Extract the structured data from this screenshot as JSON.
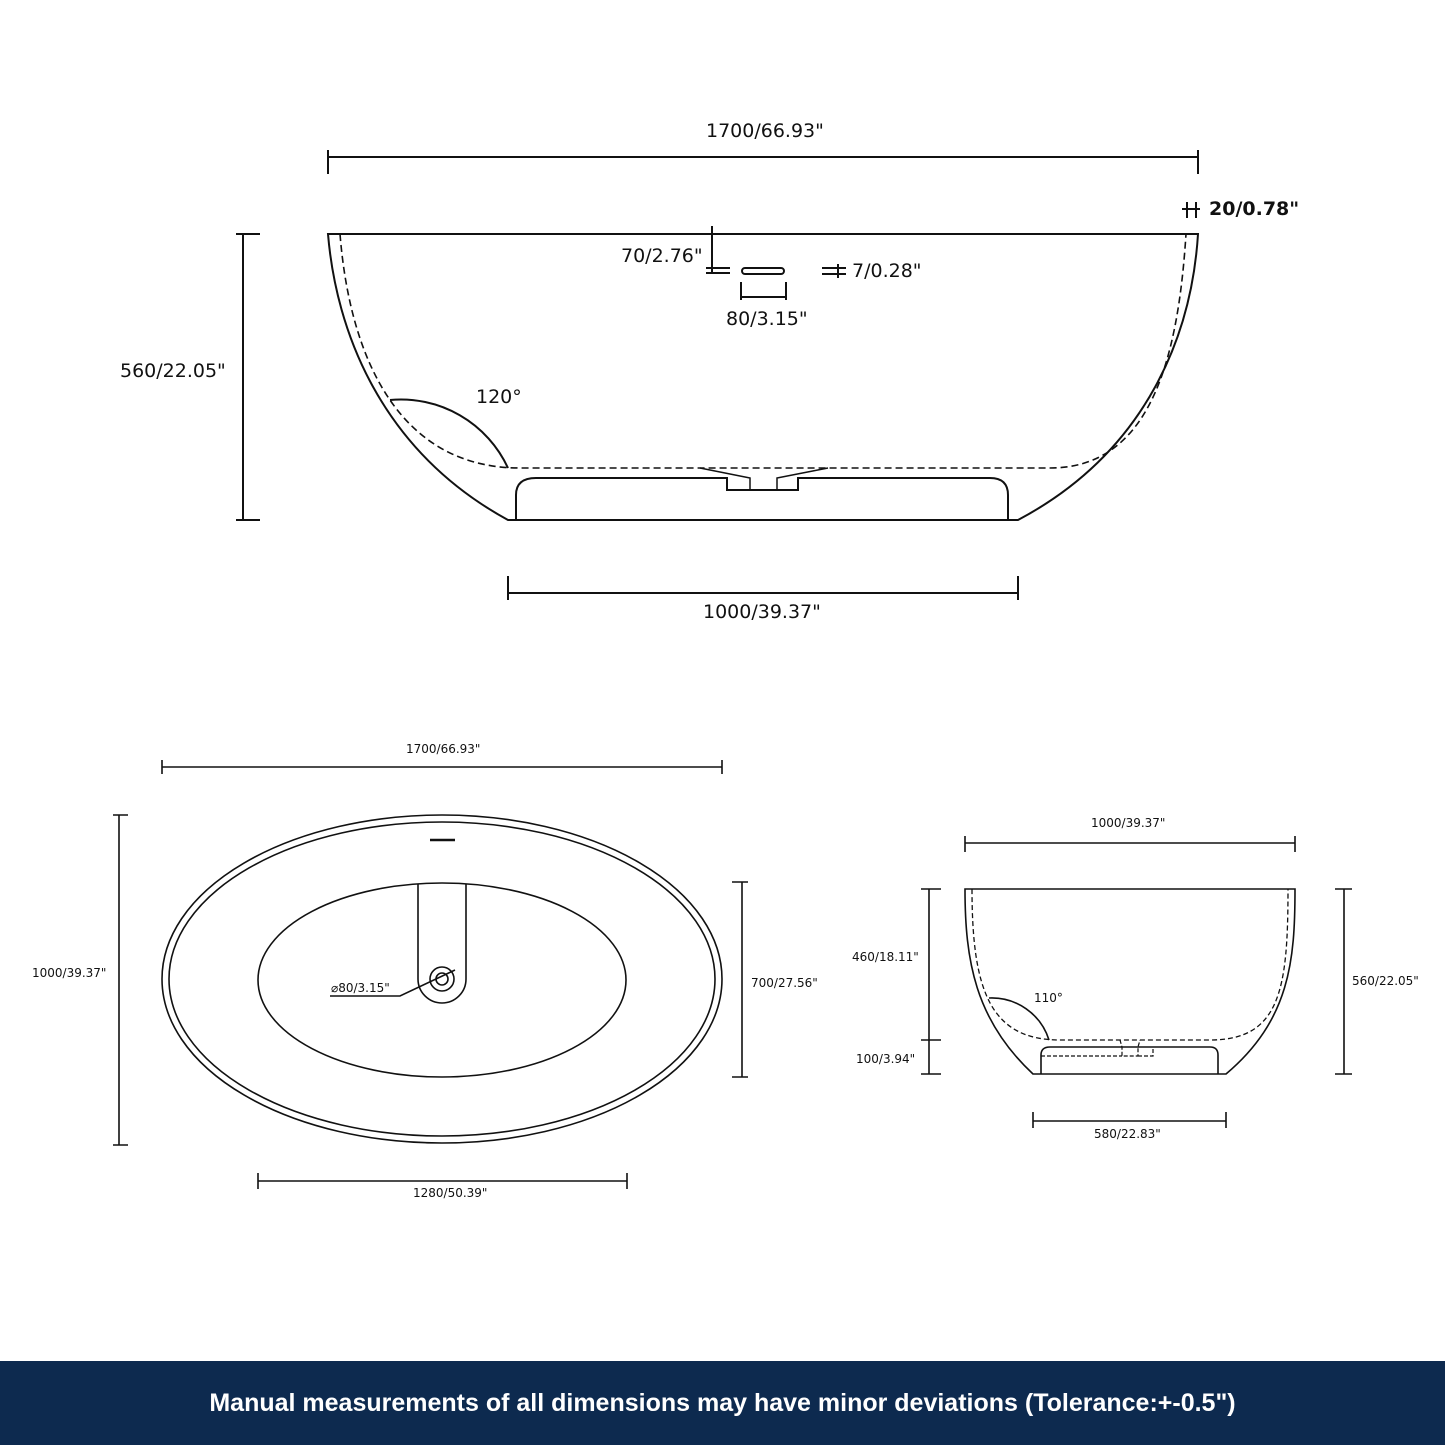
{
  "side_view": {
    "overall_length": "1700/66.93\"",
    "rim_thickness": "20/0.78\"",
    "overflow_depth": "70/2.76\"",
    "overflow_height": "7/0.28\"",
    "overflow_width": "80/3.15\"",
    "height": "560/22.05\"",
    "angle": "120°",
    "base_length": "1000/39.37\""
  },
  "top_view": {
    "length": "1700/66.93\"",
    "width": "1000/39.37\"",
    "inner_width": "700/27.56\"",
    "drain_diameter": "⌀80/3.15\"",
    "inner_length": "1280/50.39\""
  },
  "end_view": {
    "width": "1000/39.37\"",
    "inner_depth": "460/18.11\"",
    "base_height": "100/3.94\"",
    "height": "560/22.05\"",
    "angle": "110°",
    "base_width": "580/22.83\""
  },
  "banner": {
    "text": "Manual measurements of all dimensions may have minor deviations (Tolerance:+-0.5\")"
  },
  "colors": {
    "banner": "#0d2a4f",
    "line": "#111111"
  }
}
